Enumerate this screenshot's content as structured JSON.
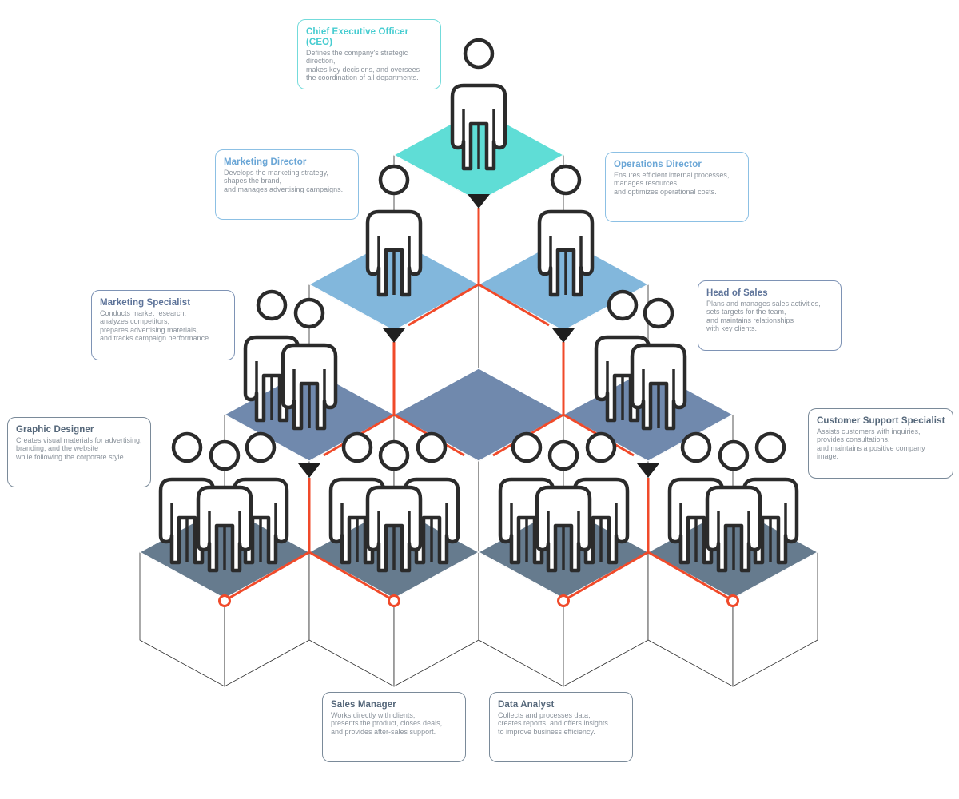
{
  "colors": {
    "ceo": "#5fddd6",
    "level2": "#82b7dc",
    "level3": "#7089ad",
    "level4": "#667b8e",
    "connector": "#f04a2a",
    "outline": "#2b2b2b",
    "cube_face": "#ffffff",
    "ceo_text": "#45ccd0",
    "l2_text": "#6aa6d6",
    "l3_text": "#5d7399",
    "l4_text": "#55677a",
    "desc_text": "#8b939c"
  },
  "icons": {
    "person": "person-icon",
    "arrow": "triangle-down-icon",
    "node": "circle-node-icon"
  },
  "cards": [
    {
      "id": "ceo",
      "title": "Chief Executive Officer (CEO)",
      "desc": "Defines the company's strategic direction,\nmakes key decisions, and oversees\nthe coordination of all departments.",
      "color": "#45ccd0",
      "border": "#73dbdb"
    },
    {
      "id": "marketing-director",
      "title": "Marketing Director",
      "desc": "Develops the marketing strategy,\nshapes the brand,\nand manages advertising campaigns.",
      "color": "#6aa6d6",
      "border": "#8cc0e4"
    },
    {
      "id": "operations-director",
      "title": "Operations Director",
      "desc": "Ensures efficient internal processes,\nmanages resources,\nand optimizes operational costs.",
      "color": "#6aa6d6",
      "border": "#8cc0e4"
    },
    {
      "id": "marketing-specialist",
      "title": "Marketing Specialist",
      "desc": "Conducts market research,\nanalyzes competitors,\nprepares advertising materials,\nand tracks campaign performance.",
      "color": "#5d7399",
      "border": "#7e93b5"
    },
    {
      "id": "head-of-sales",
      "title": "Head of Sales",
      "desc": "Plans and manages sales activities,\nsets targets for the team,\nand maintains relationships\nwith key clients.",
      "color": "#5d7399",
      "border": "#7e93b5"
    },
    {
      "id": "graphic-designer",
      "title": "Graphic Designer",
      "desc": "Creates visual materials for advertising,\nbranding, and the website\nwhile following the corporate style.",
      "color": "#55677a",
      "border": "#7a8a99"
    },
    {
      "id": "customer-support",
      "title": "Customer Support Specialist",
      "desc": "Assists customers with inquiries,\nprovides consultations,\nand maintains a positive company image.",
      "color": "#55677a",
      "border": "#7a8a99"
    },
    {
      "id": "sales-manager",
      "title": "Sales Manager",
      "desc": "Works directly with clients,\npresents the product, closes deals,\nand provides after-sales support.",
      "color": "#55677a",
      "border": "#7a8a99"
    },
    {
      "id": "data-analyst",
      "title": "Data Analyst",
      "desc": "Collects and processes data,\ncreates reports, and offers insights\nto improve business efficiency.",
      "color": "#55677a",
      "border": "#7a8a99"
    }
  ]
}
